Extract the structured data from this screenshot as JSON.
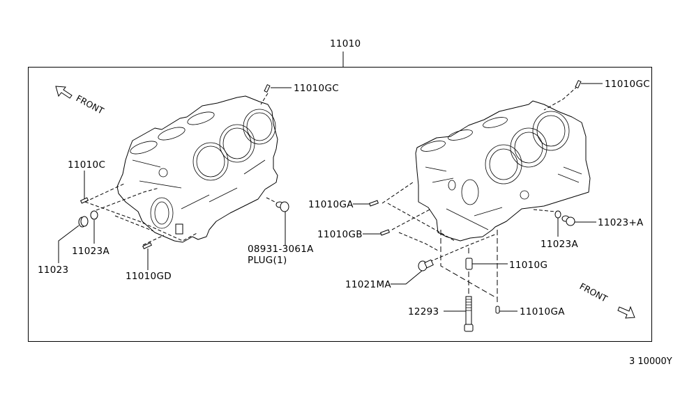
{
  "diagram": {
    "assembly_label": "11010",
    "diagram_code": "3 10000Y",
    "left_block": {
      "front_label": "FRONT",
      "callouts": [
        {
          "id": "11010GC",
          "label": "11010GC"
        },
        {
          "id": "11010C",
          "label": "11010C"
        },
        {
          "id": "11023",
          "label": "11023"
        },
        {
          "id": "11023A",
          "label": "11023A"
        },
        {
          "id": "11010GD",
          "label": "11010GD"
        },
        {
          "id": "08931-3061A",
          "label": "08931-3061A"
        },
        {
          "id": "plug",
          "label": "PLUG(1)"
        }
      ]
    },
    "right_block": {
      "front_label": "FRONT",
      "callouts": [
        {
          "id": "11010GC",
          "label": "11010GC"
        },
        {
          "id": "11010GA",
          "label": "11010GA"
        },
        {
          "id": "11010GB",
          "label": "11010GB"
        },
        {
          "id": "11023+A",
          "label": "11023+A"
        },
        {
          "id": "11023A",
          "label": "11023A"
        },
        {
          "id": "11010G",
          "label": "11010G"
        },
        {
          "id": "11021MA",
          "label": "11021MA"
        },
        {
          "id": "12293",
          "label": "12293"
        },
        {
          "id": "11010GA-lower",
          "label": "11010GA"
        }
      ]
    }
  }
}
